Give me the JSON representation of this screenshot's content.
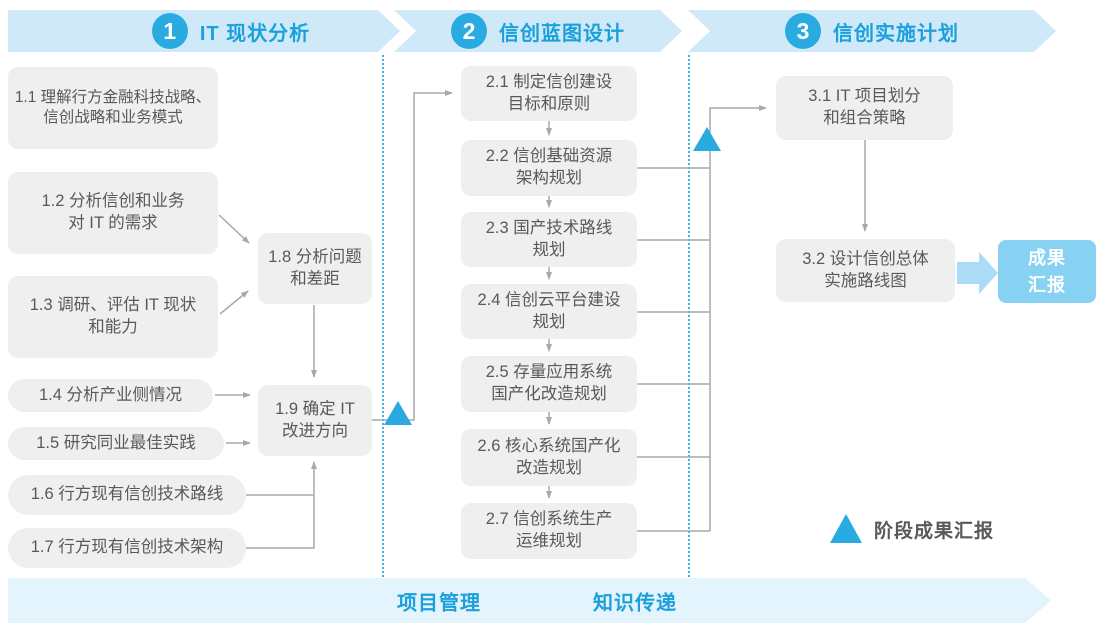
{
  "colors": {
    "accent_blue": "#29abe2",
    "ribbon_bg": "#cfe9f8",
    "ribbon_bottom_bg": "#e4f4fc",
    "ribbon_text": "#1ba0dc",
    "node_bg": "#efefef",
    "node_text": "#58595b",
    "connector_line": "#a7a9ac",
    "result_box_bg": "#87d1f3",
    "thick_arrow": "#aadcf7"
  },
  "phases": [
    {
      "number": "1",
      "title": "IT 现状分析"
    },
    {
      "number": "2",
      "title": "信创蓝图设计"
    },
    {
      "number": "3",
      "title": "信创实施计划"
    }
  ],
  "nodes": {
    "n1_1": "1.1 理解行方金融科技战略、\n信创战略和业务模式",
    "n1_2": "1.2 分析信创和业务\n对 IT 的需求",
    "n1_3": "1.3 调研、评估 IT 现状\n和能力",
    "n1_4": "1.4 分析产业侧情况",
    "n1_5": "1.5 研究同业最佳实践",
    "n1_6": "1.6 行方现有信创技术路线",
    "n1_7": "1.7 行方现有信创技术架构",
    "n1_8": "1.8 分析问题\n和差距",
    "n1_9": "1.9 确定 IT\n改进方向",
    "n2_1": "2.1 制定信创建设\n目标和原则",
    "n2_2": "2.2 信创基础资源\n架构规划",
    "n2_3": "2.3 国产技术路线\n规划",
    "n2_4": "2.4 信创云平台建设\n规划",
    "n2_5": "2.5 存量应用系统\n国产化改造规划",
    "n2_6": "2.6 核心系统国产化\n改造规划",
    "n2_7": "2.7 信创系统生产\n运维规划",
    "n3_1": "3.1 IT 项目划分\n和组合策略",
    "n3_2": "3.2 设计信创总体\n实施路线图"
  },
  "result_box": "成果\n汇报",
  "legend": {
    "label": "阶段成果汇报"
  },
  "footer": {
    "left_label": "项目管理",
    "right_label": "知识传递"
  }
}
